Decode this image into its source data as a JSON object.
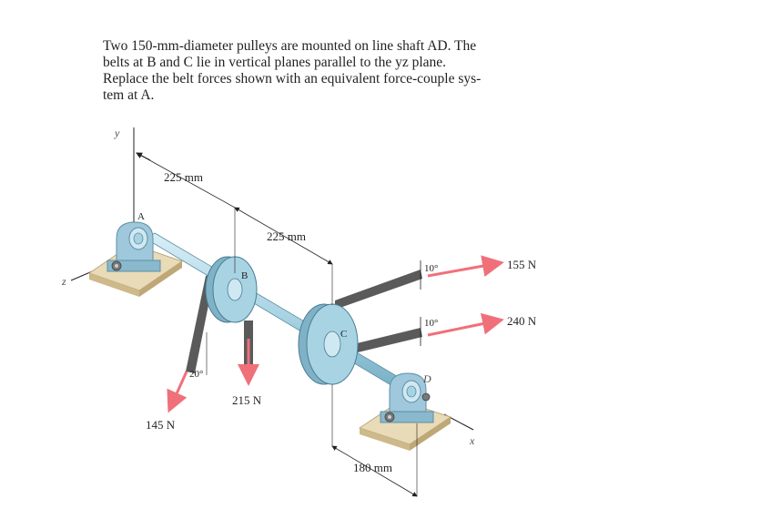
{
  "problem": {
    "line1": "Two 150-mm-diameter pulleys are mounted on line shaft AD. The",
    "line2": "belts at B and C lie in vertical planes parallel to the yz plane.",
    "line3": "Replace the belt forces shown with an equivalent force-couple sys-",
    "line4": "tem at A."
  },
  "diagram": {
    "axes": {
      "y": "y",
      "z": "z",
      "x": "x"
    },
    "points": {
      "A": "A",
      "B": "B",
      "C": "C",
      "D": "D"
    },
    "dimensions": {
      "d1": "225 mm",
      "d2": "225 mm",
      "d3": "180 mm"
    },
    "angles": {
      "b_belt": "20°",
      "c_top": "10°",
      "c_bottom": "10°"
    },
    "forces": {
      "f155": "155 N",
      "f240": "240 N",
      "f215": "215 N",
      "f145": "145 N"
    },
    "colors": {
      "shaft": "#a8d3e3",
      "force": "#f0707a",
      "belt": "#5a5a5a",
      "base": "#e9dbb8",
      "bearing": "#9fc8dc"
    }
  }
}
